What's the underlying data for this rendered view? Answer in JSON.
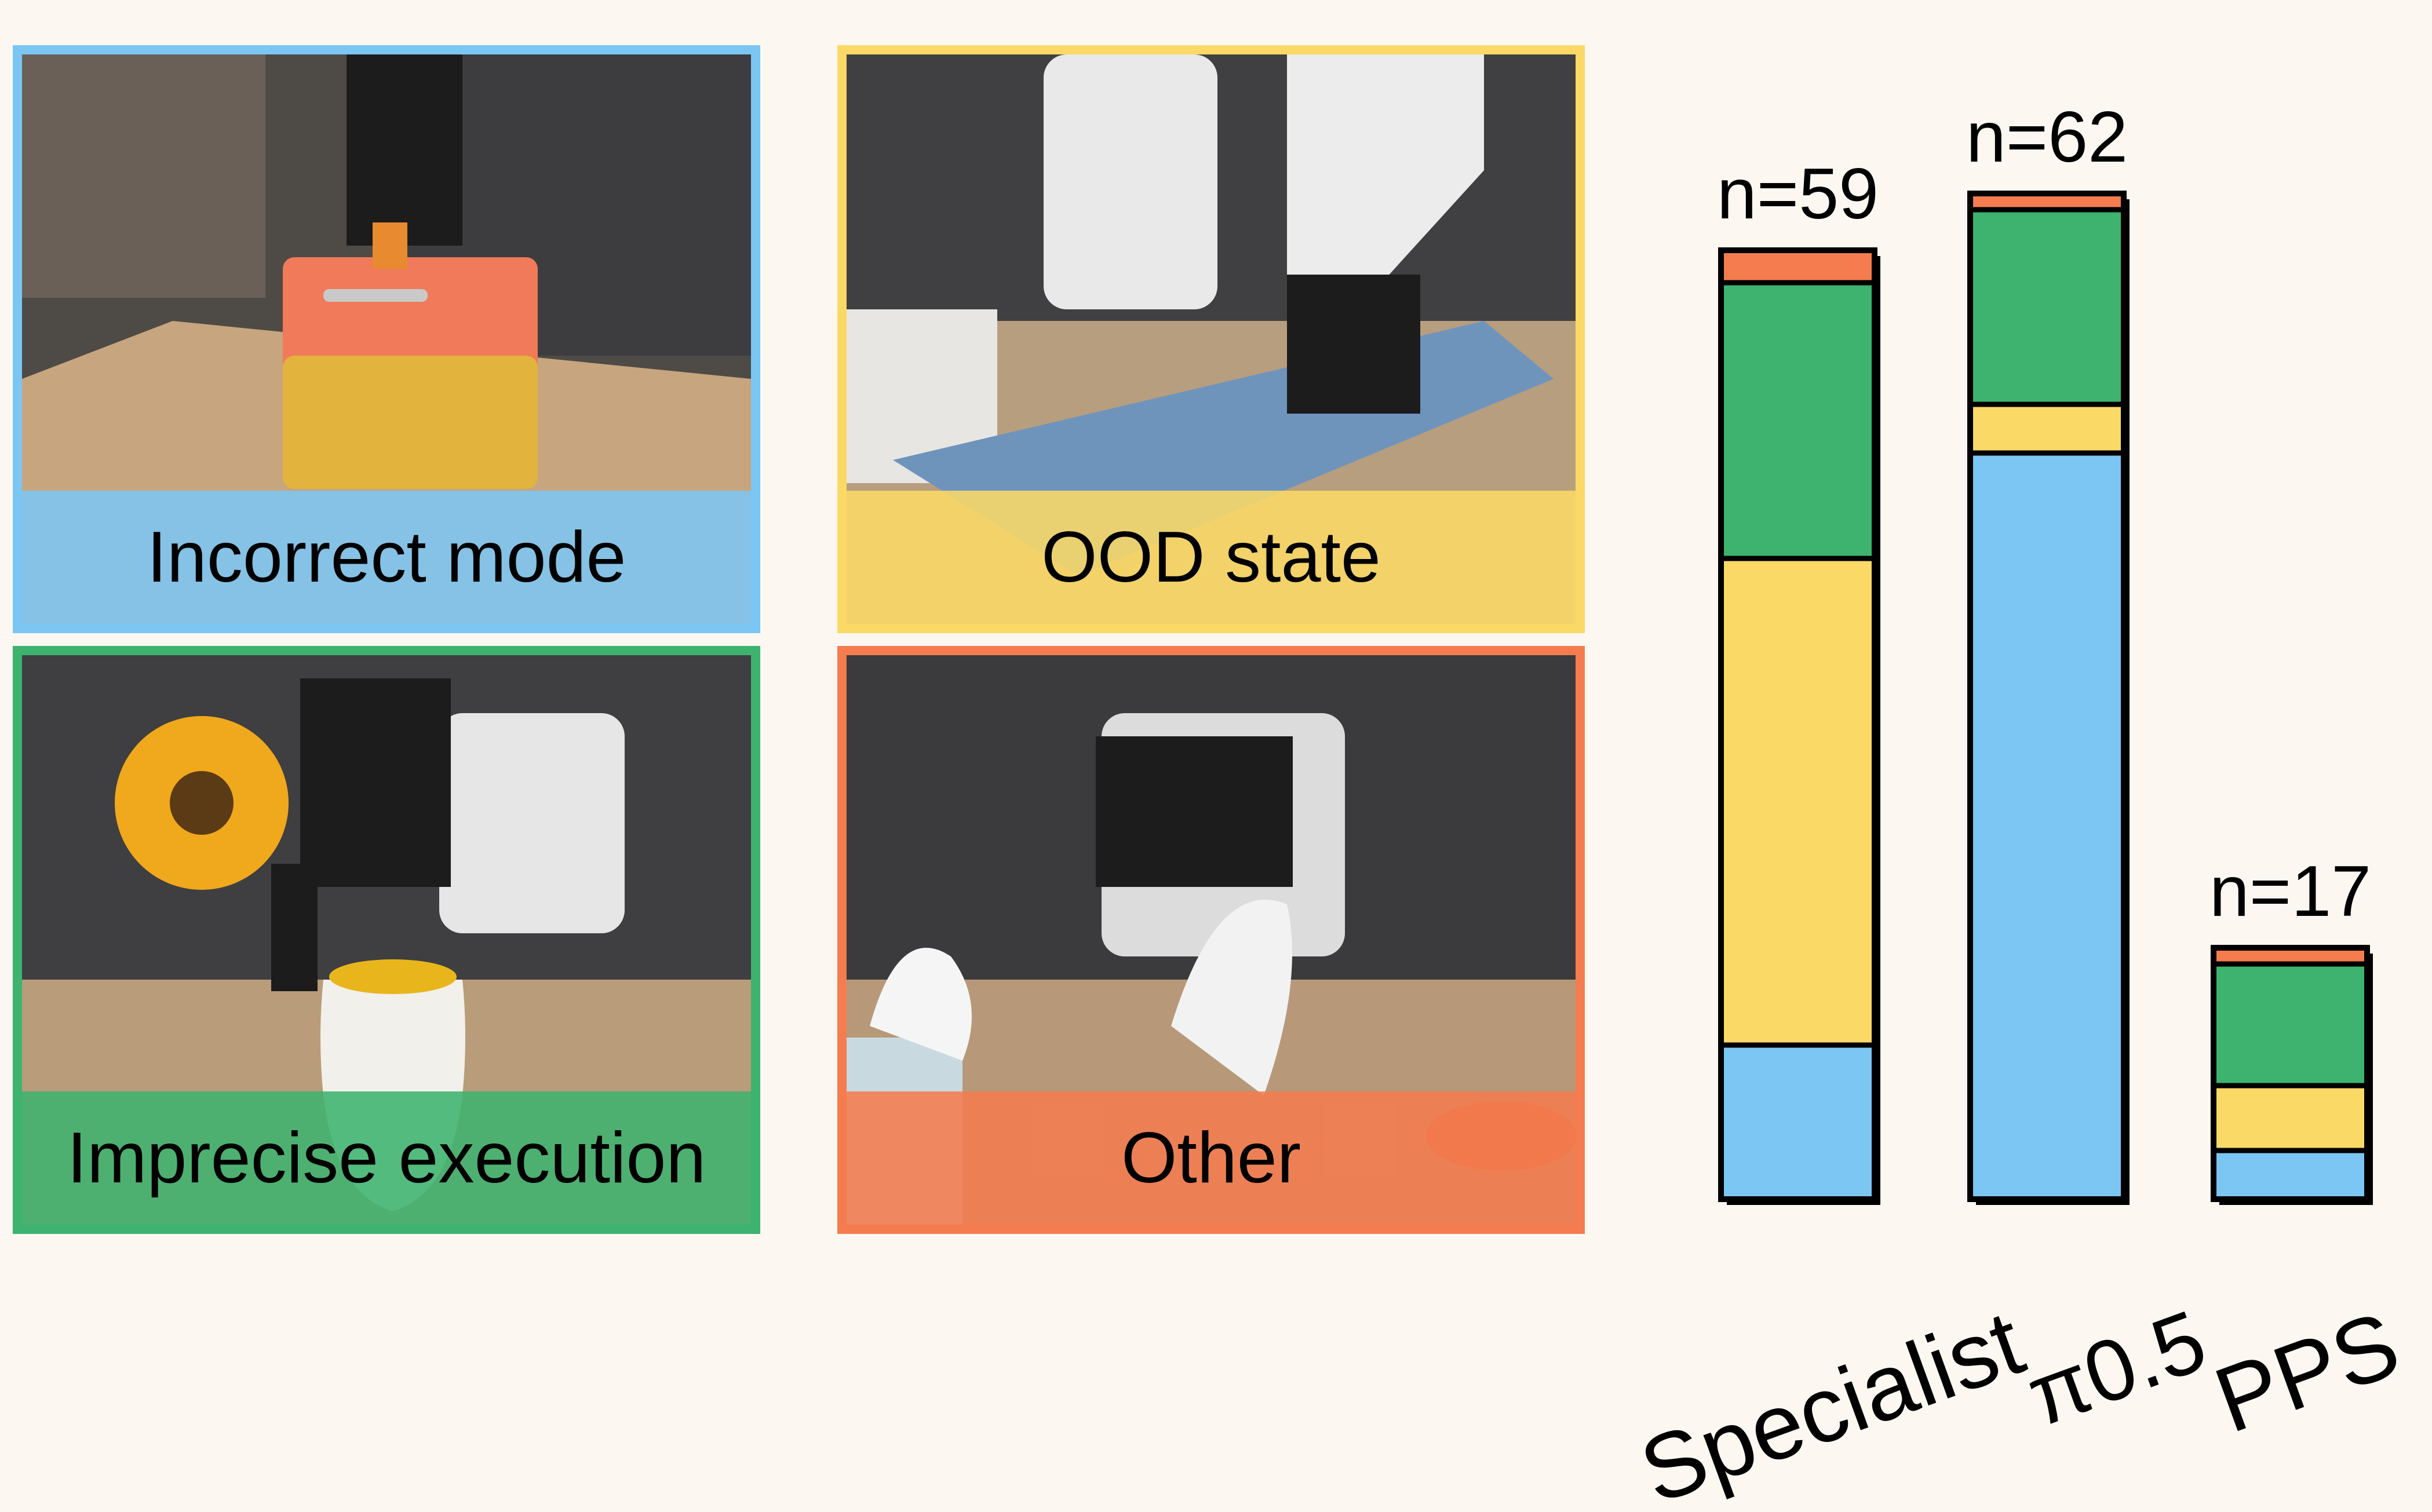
{
  "panels": [
    {
      "key": "incorrect",
      "caption": "Incorrect mode",
      "color": "#7cc6f4"
    },
    {
      "key": "ood",
      "caption": "OOD state",
      "color": "#fbd966"
    },
    {
      "key": "imprecise",
      "caption": "Imprecise execution",
      "color": "#3db36f"
    },
    {
      "key": "other",
      "caption": "Other",
      "color": "#f47c4f"
    }
  ],
  "chart_data": {
    "type": "bar",
    "stacked": true,
    "categories": [
      "Specialist",
      "π0.5",
      "PPS"
    ],
    "segment_order": [
      "Incorrect mode",
      "OOD state",
      "Imprecise execution",
      "Other"
    ],
    "series": [
      {
        "name": "Incorrect mode",
        "color": "#7cc6f4",
        "values": [
          9.5,
          46,
          3
        ]
      },
      {
        "name": "OOD state",
        "color": "#fbd966",
        "values": [
          30,
          3,
          4
        ]
      },
      {
        "name": "Imprecise execution",
        "color": "#3db36f",
        "values": [
          17,
          12,
          7.5
        ]
      },
      {
        "name": "Other",
        "color": "#f47c4f",
        "values": [
          2,
          1,
          1
        ]
      }
    ],
    "totals": [
      59,
      62,
      17
    ],
    "total_labels": [
      "n=59",
      "n=62",
      "n=17"
    ]
  }
}
